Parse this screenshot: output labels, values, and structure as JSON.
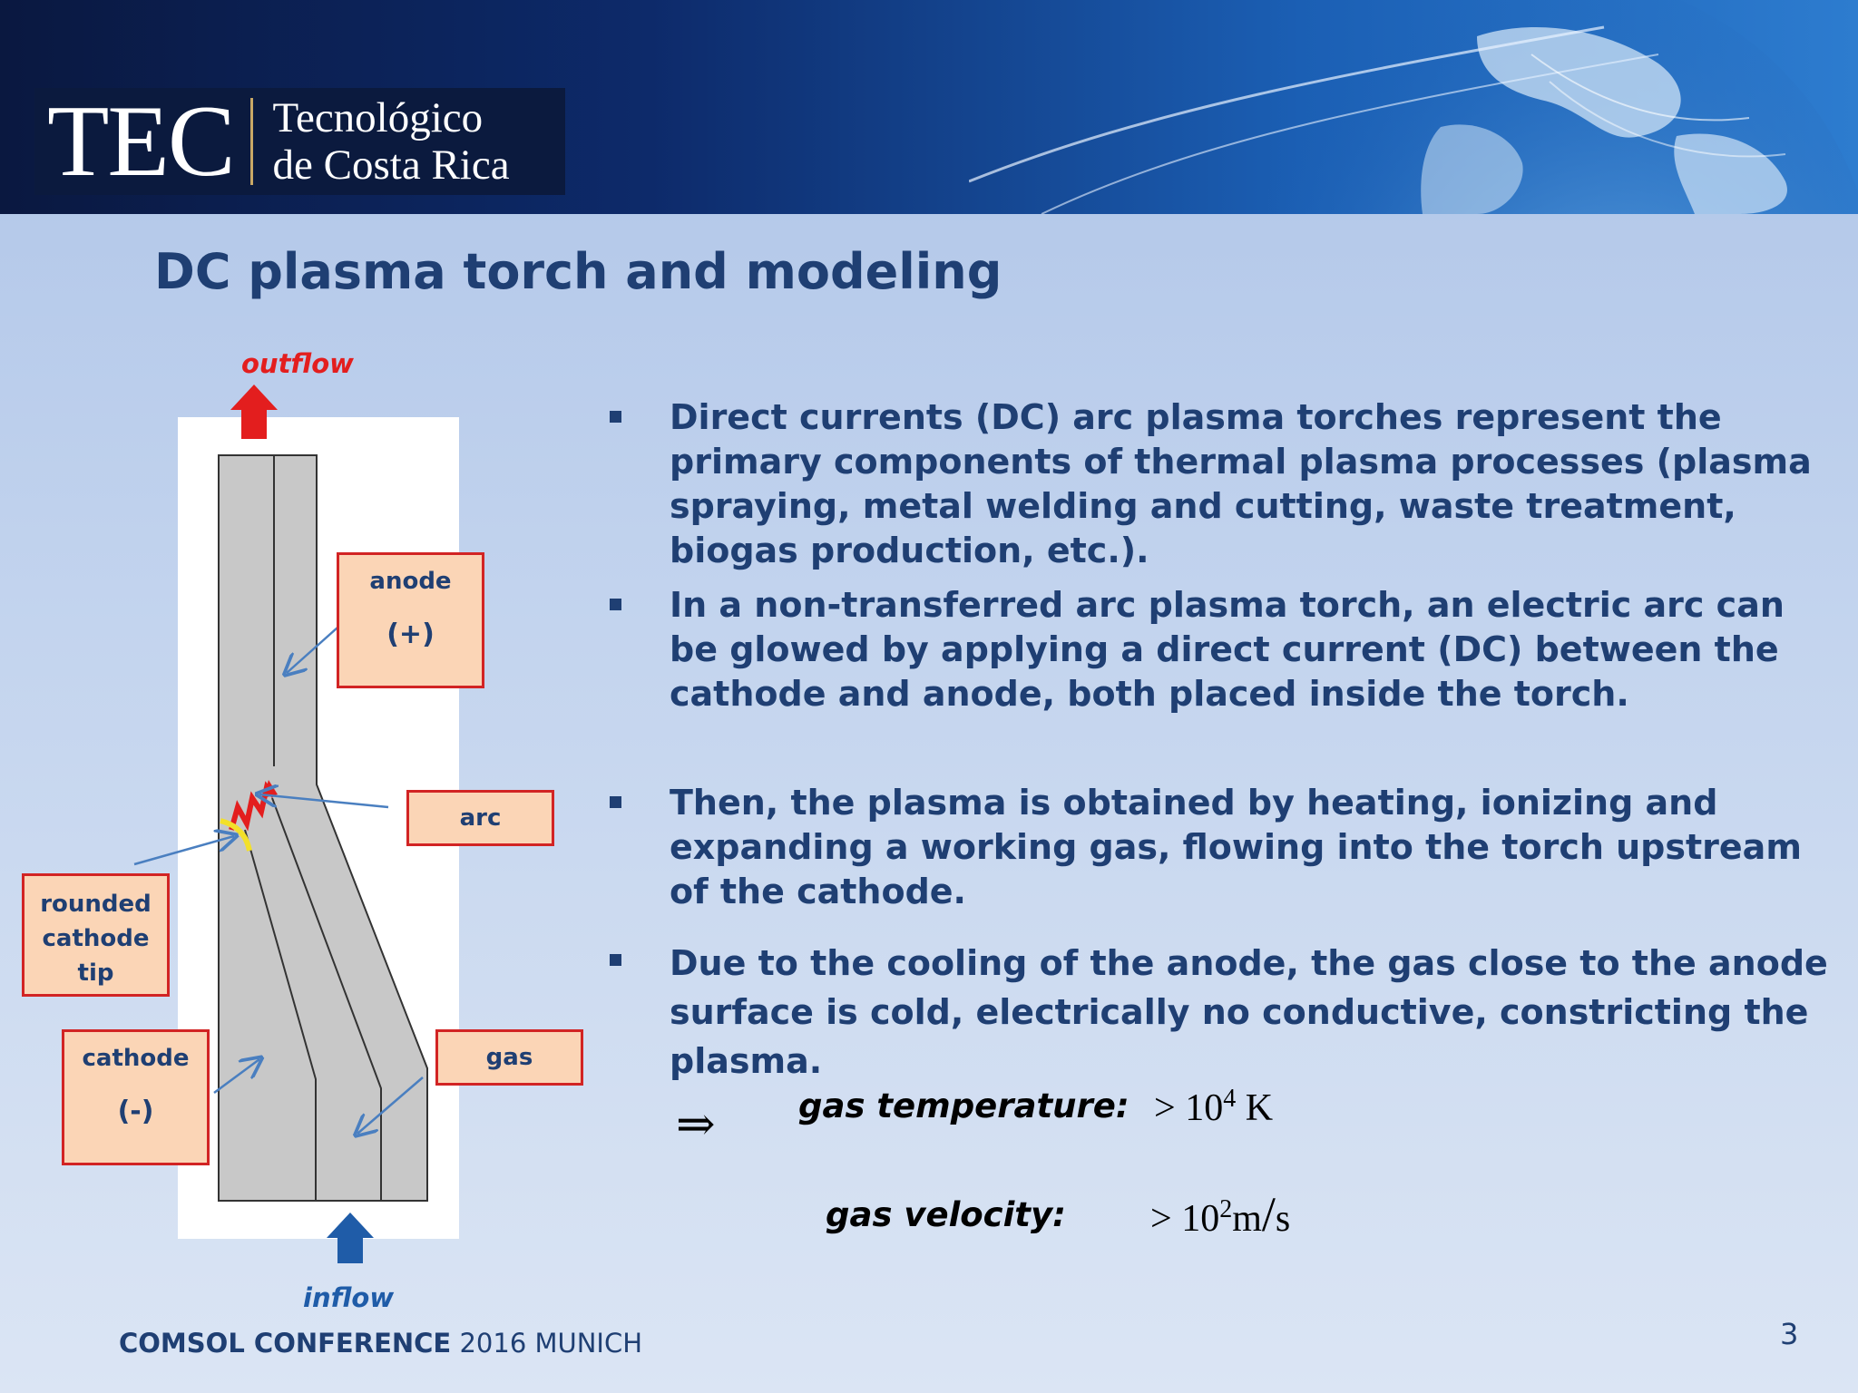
{
  "header": {
    "logo_tec": "TEC",
    "logo_line1": "Tecnológico",
    "logo_line2": "de Costa Rica"
  },
  "title": "DC plasma torch and modeling",
  "diagram": {
    "outflow": "outflow",
    "inflow": "inflow",
    "anode": "anode",
    "anode_sign": "(+)",
    "arc": "arc",
    "rounded_tip": [
      "rounded",
      "cathode",
      "tip"
    ],
    "cathode": "cathode",
    "cathode_sign": "(-)",
    "gas": "gas",
    "colors": {
      "outflow": "#e31e1e",
      "inflow": "#1f5ca8",
      "box_border": "#d22424",
      "box_fill": "#fbd5b6"
    }
  },
  "bullets": [
    {
      "text": "Direct currents (DC) arc plasma torches represent the primary components of thermal plasma processes (plasma spraying, metal welding and cutting, waste treatment, biogas production, etc.)."
    },
    {
      "text": "In a non-transferred arc plasma torch, an electric arc can be glowed by applying a direct current (DC) between the cathode and anode, both placed inside the torch."
    },
    {
      "text": "Then, the plasma is obtained by heating, ionizing and expanding a working gas, flowing into the torch upstream of the cathode."
    },
    {
      "text": "Due to the cooling of the anode, the gas close to the anode surface is cold, electrically no conductive, constricting the plasma."
    }
  ],
  "results": {
    "implies": "⇒",
    "temp_label": "gas temperature:",
    "temp_gt": ">",
    "temp_base": "10",
    "temp_exp": "4",
    "temp_unit": "K",
    "vel_label": "gas velocity:",
    "vel_gt": ">",
    "vel_base": "10",
    "vel_exp": "2",
    "vel_unit_num": "m",
    "vel_unit_sep": "/",
    "vel_unit_den": "s"
  },
  "footer": {
    "bold": "COMSOL CONFERENCE",
    "rest": " 2016 MUNICH"
  },
  "page_number": "3"
}
